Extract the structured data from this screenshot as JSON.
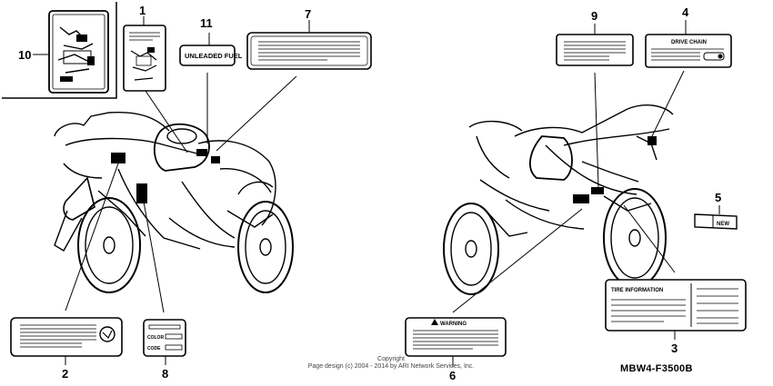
{
  "diagram": {
    "callouts": [
      "1",
      "2",
      "3",
      "4",
      "5",
      "6",
      "7",
      "8",
      "9",
      "10",
      "11"
    ],
    "label_text": {
      "unleaded_fuel": "UNLEADED FUEL",
      "drive_chain": "DRIVE CHAIN",
      "warning": "WARNING",
      "color": "COLOR",
      "code": "CODE",
      "tire_information": "TIRE INFORMATION",
      "new": "NEW"
    }
  },
  "footer": {
    "copyright_line1": "Copyright",
    "copyright_line2": "Page design (c) 2004 - 2014 by ARI Network Services, Inc."
  },
  "part_code": "MBW4-F3500B"
}
